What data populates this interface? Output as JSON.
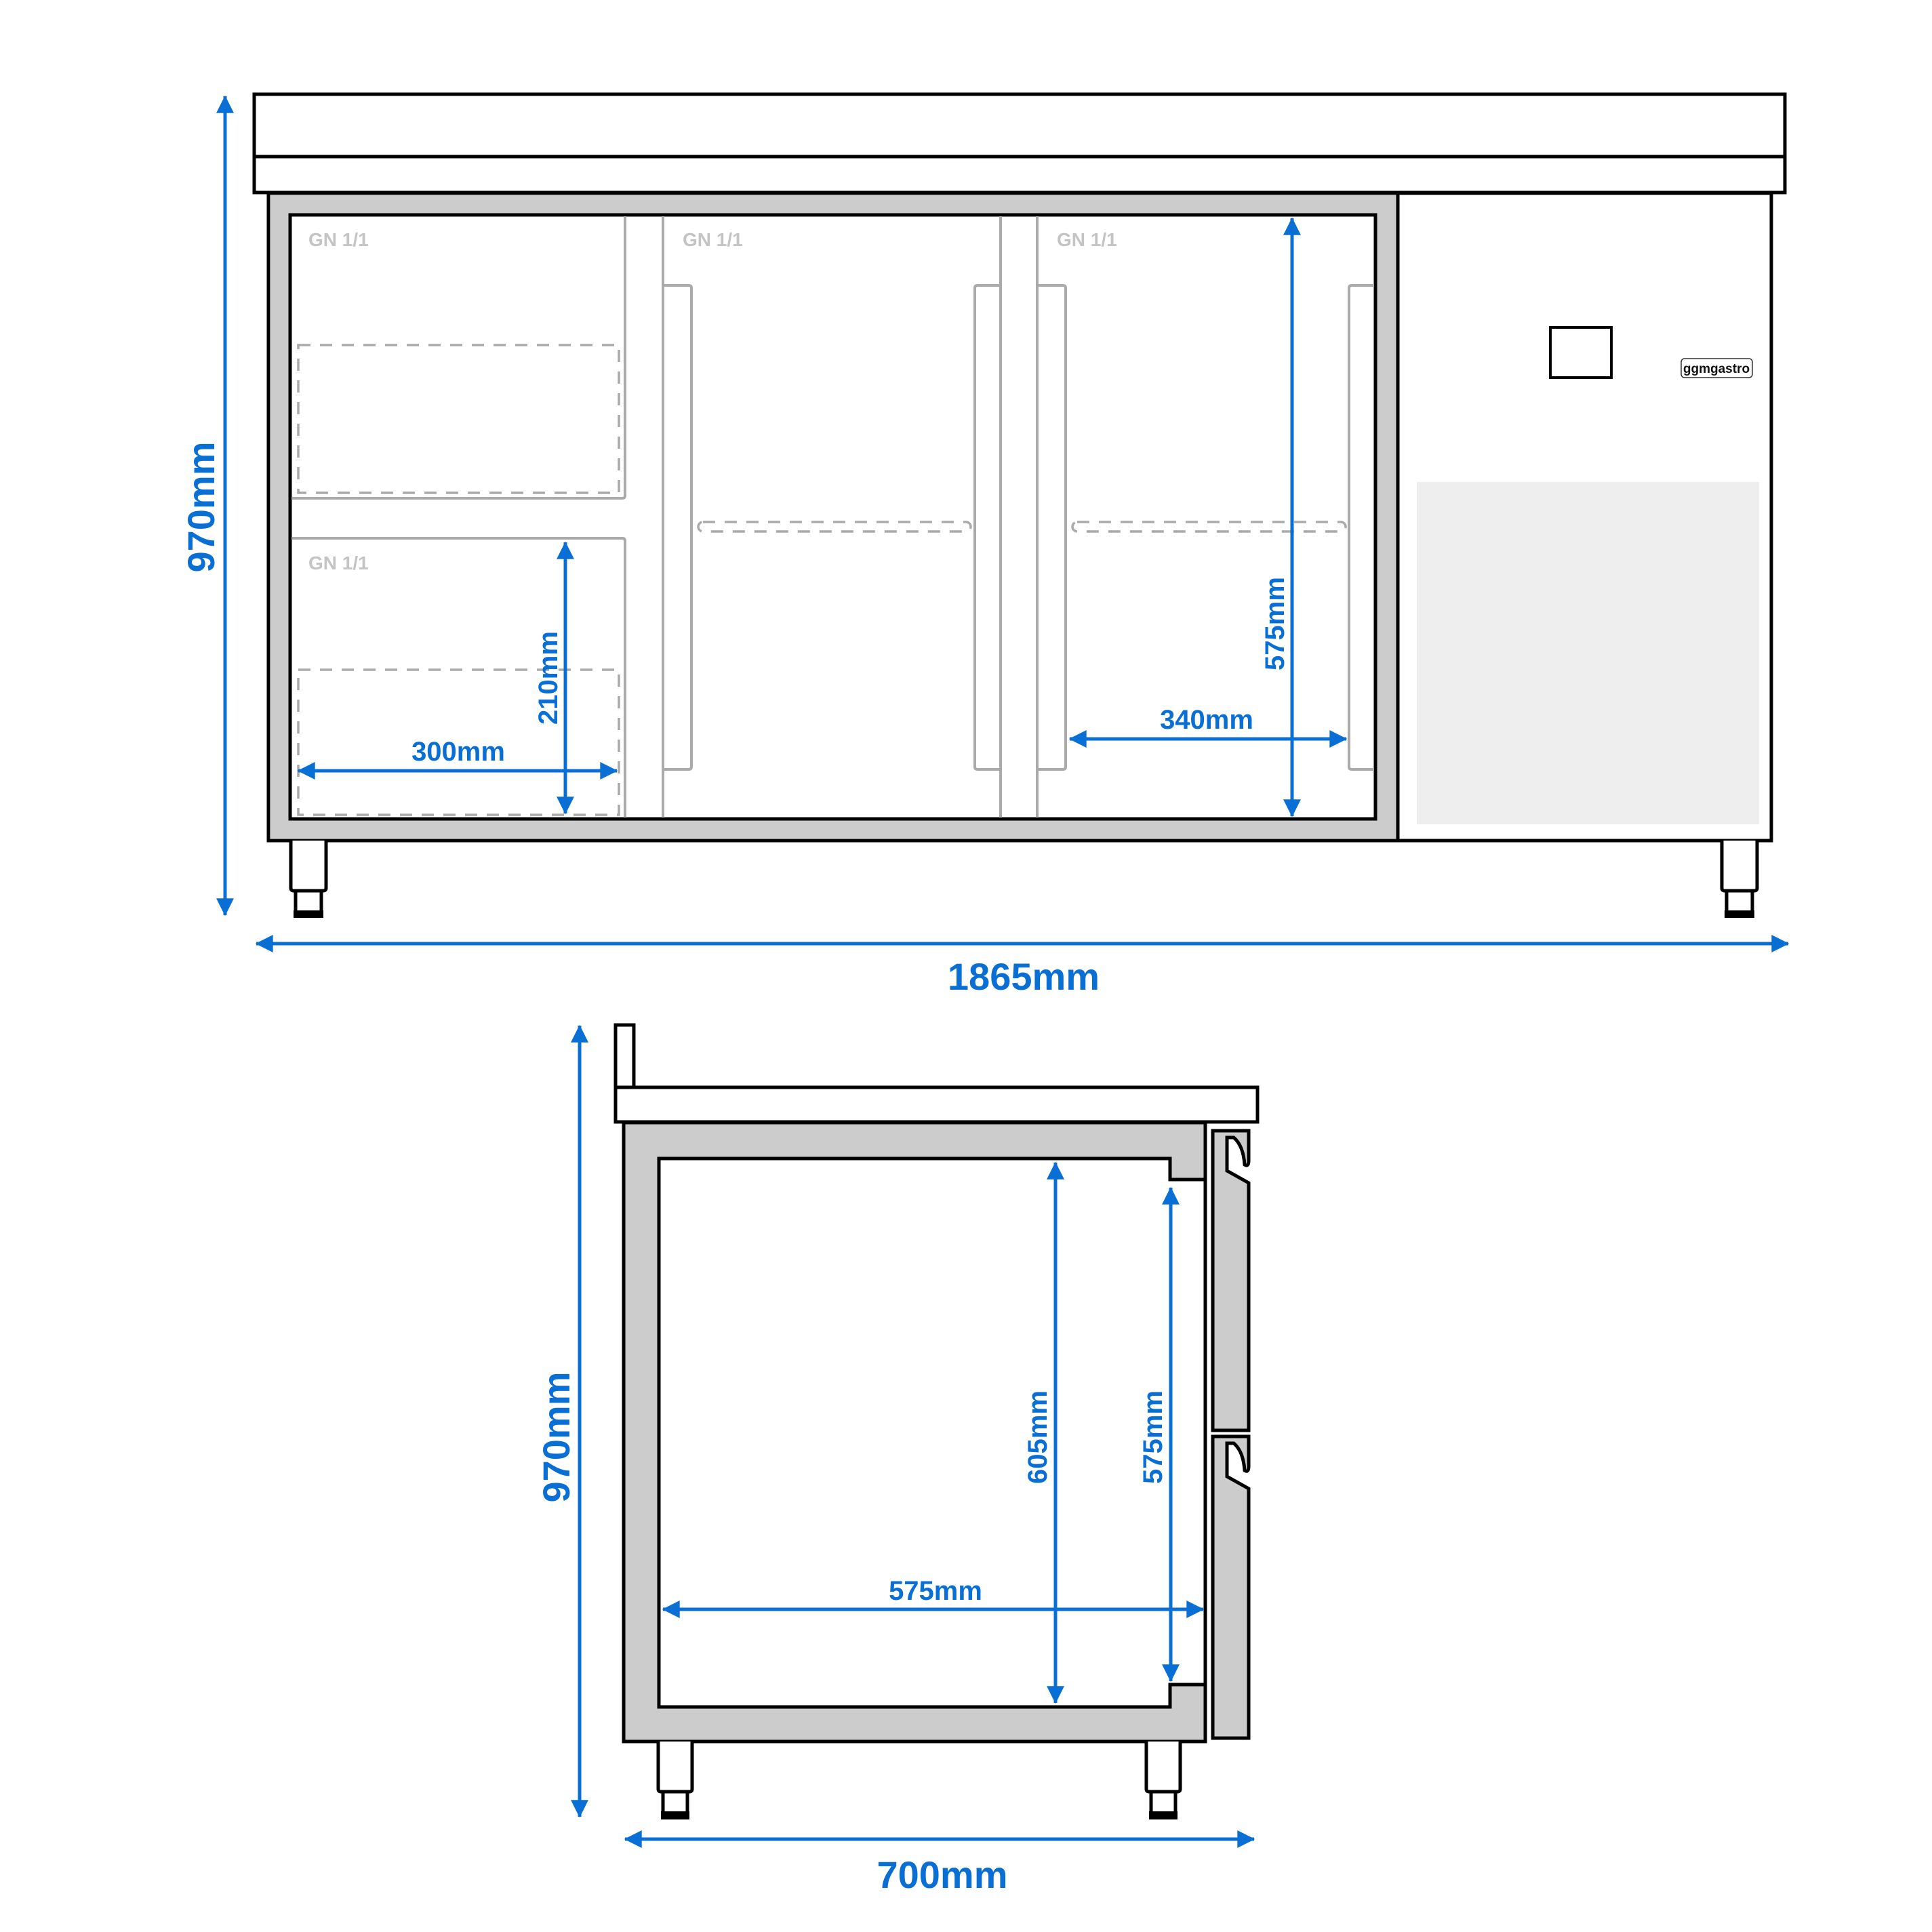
{
  "drawing": {
    "brand_label": "ggmgastro",
    "colors": {
      "dimension_blue": "#0a6fd4",
      "panel_gray": "#cccccc",
      "outline": "#000000",
      "guide_gray": "#aaaaaa",
      "vent_gray": "#eeeeee"
    },
    "front_view": {
      "compartment_labels": [
        "GN 1/1",
        "GN 1/1",
        "GN 1/1",
        "GN 1/1"
      ],
      "dimensions": {
        "overall_height": "970mm",
        "overall_width": "1865mm",
        "drawer_width": "300mm",
        "drawer_height": "210mm",
        "door_inner_width": "340mm",
        "door_inner_height": "575mm"
      }
    },
    "side_view": {
      "dimensions": {
        "overall_height": "970mm",
        "overall_depth": "700mm",
        "inner_height": "605mm",
        "door_opening_height": "575mm",
        "inner_depth": "575mm"
      }
    }
  }
}
